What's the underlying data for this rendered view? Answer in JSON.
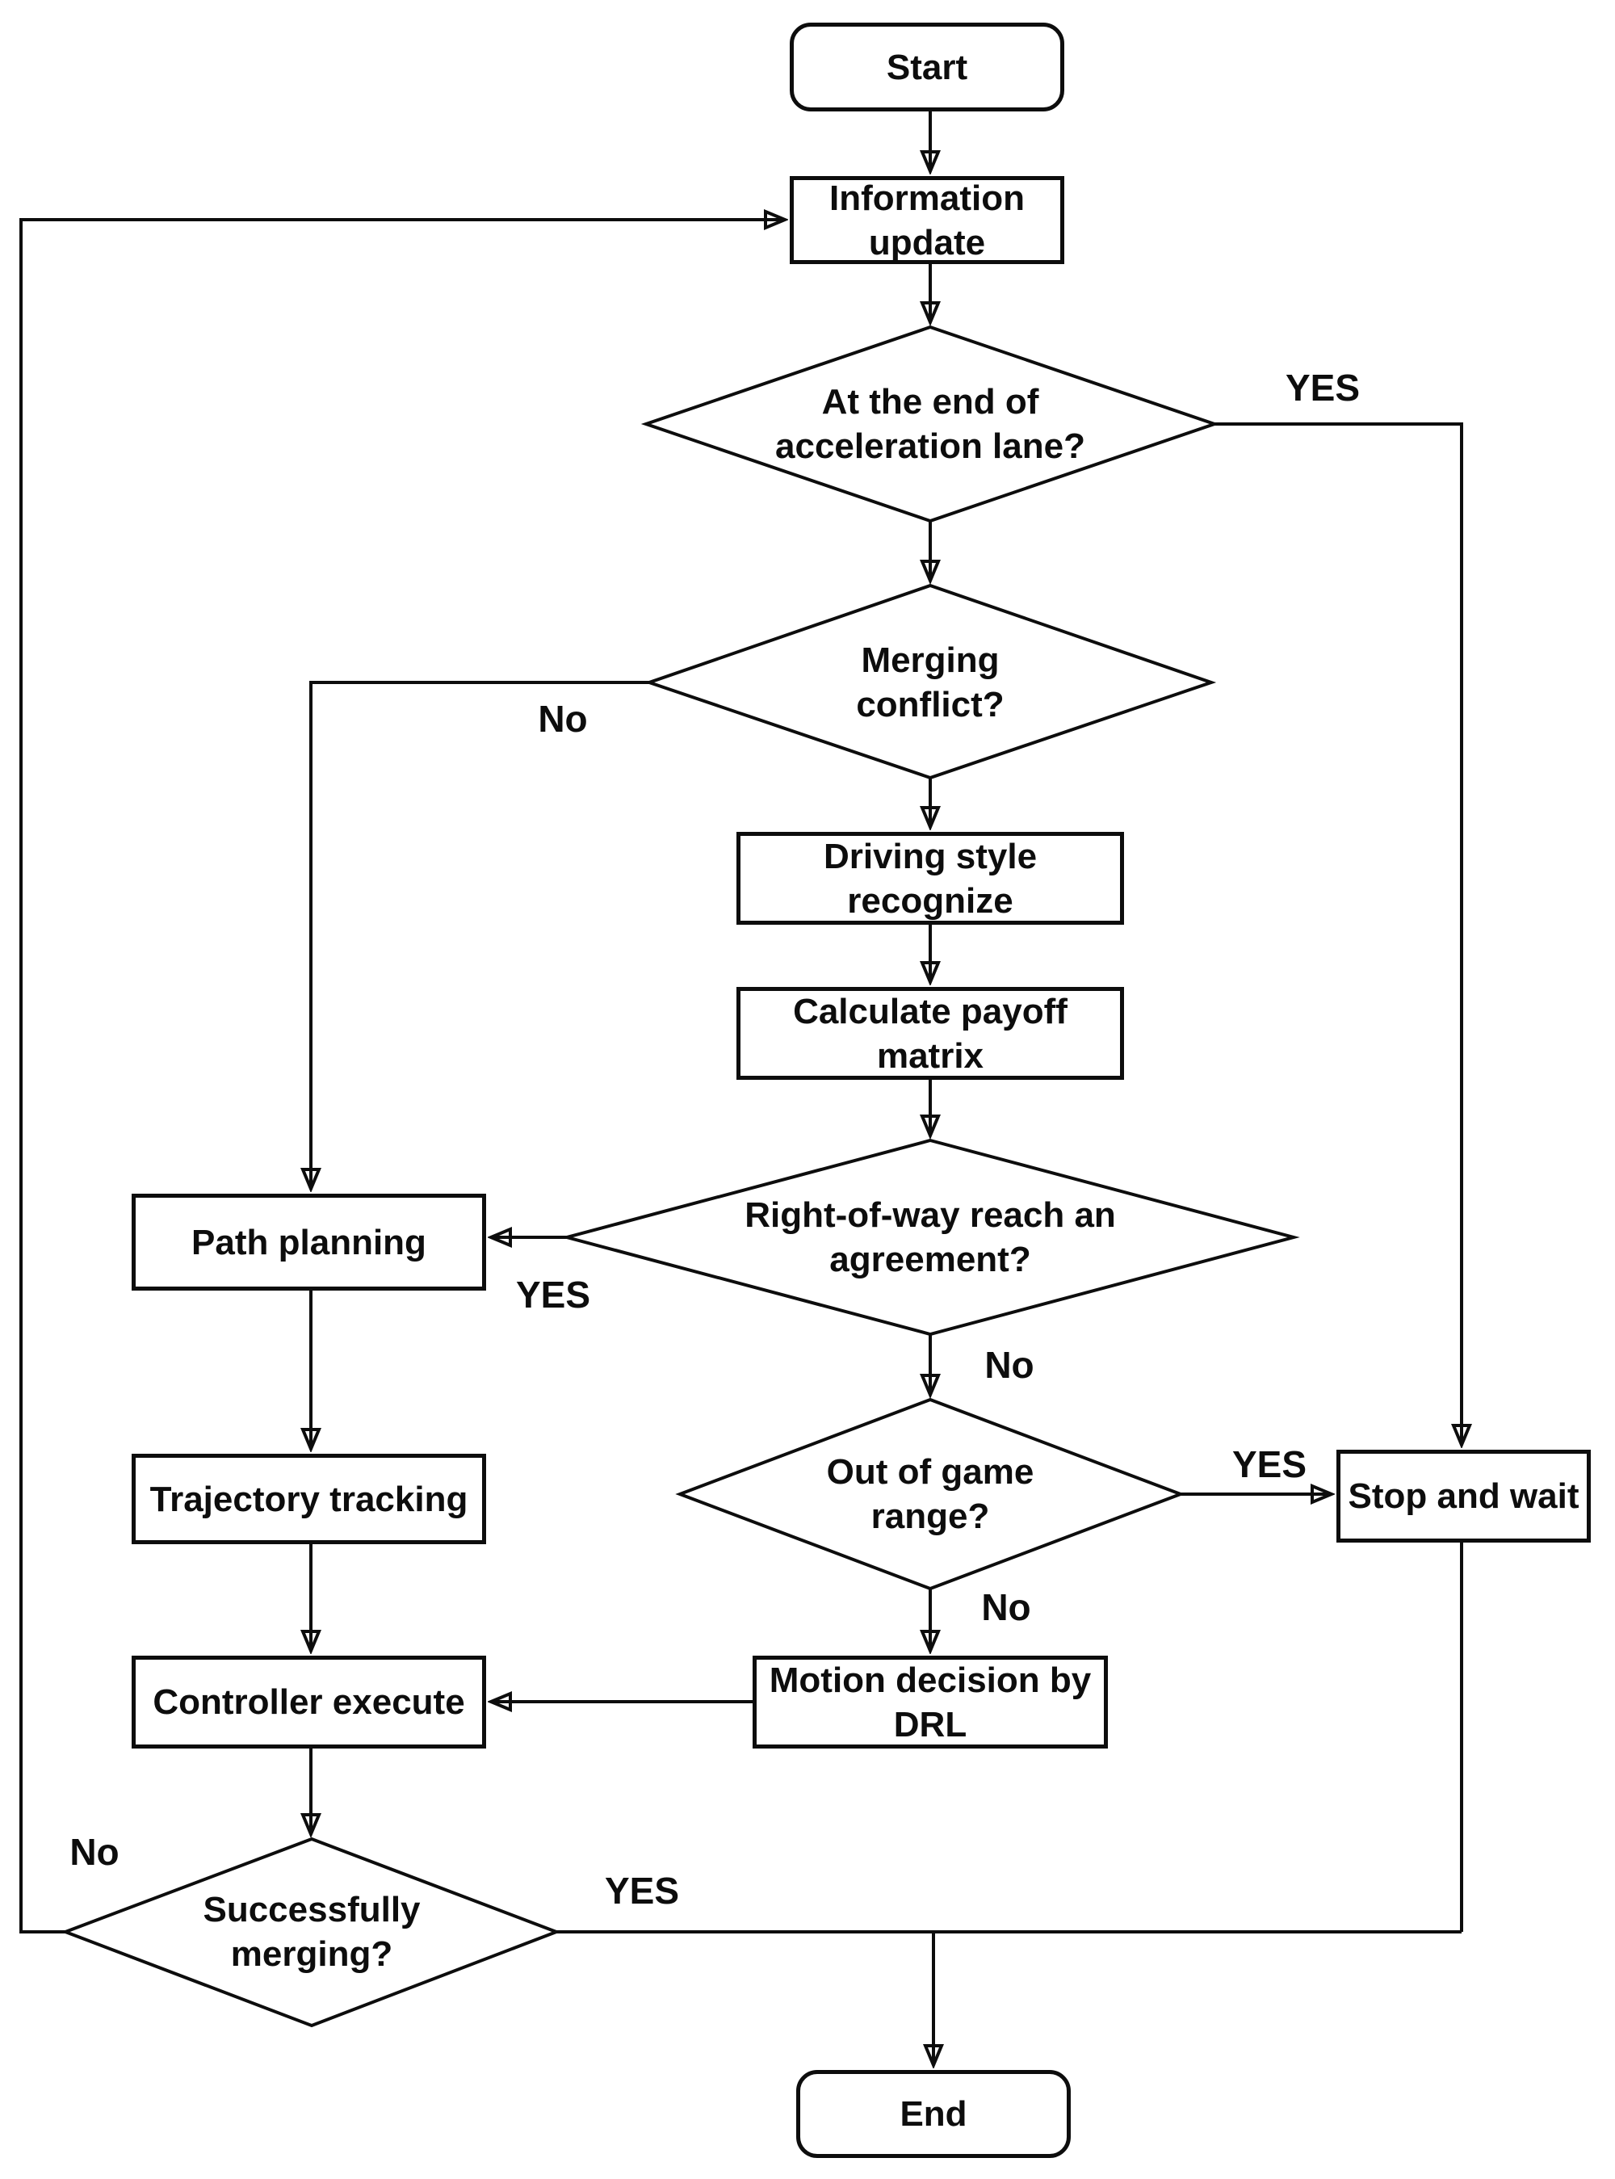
{
  "diagram": {
    "type": "flowchart",
    "background_color": "#ffffff",
    "stroke_color": "#0d0d0d",
    "text_color": "#0d0d0d",
    "nodes": {
      "start": {
        "label": "Start",
        "shape": "terminator"
      },
      "information_update": {
        "label": "Information update",
        "shape": "process"
      },
      "end_of_accel_lane": {
        "label": "At the end of acceleration lane?",
        "shape": "decision"
      },
      "merging_conflict": {
        "label": "Merging conflict?",
        "shape": "decision"
      },
      "driving_style": {
        "label": "Driving style recognize",
        "shape": "process"
      },
      "calculate_payoff": {
        "label": "Calculate payoff matrix",
        "shape": "process"
      },
      "right_of_way": {
        "label": "Right-of-way reach an agreement?",
        "shape": "decision"
      },
      "path_planning": {
        "label": "Path planning",
        "shape": "process"
      },
      "out_of_game_range": {
        "label": "Out of game range?",
        "shape": "decision"
      },
      "stop_and_wait": {
        "label": "Stop and wait",
        "shape": "process"
      },
      "trajectory_tracking": {
        "label": "Trajectory tracking",
        "shape": "process"
      },
      "motion_decision": {
        "label": "Motion decision by DRL",
        "shape": "process"
      },
      "controller_execute": {
        "label": "Controller execute",
        "shape": "process"
      },
      "successfully_merging": {
        "label": "Successfully merging?",
        "shape": "decision"
      },
      "end": {
        "label": "End",
        "shape": "terminator"
      }
    },
    "edge_labels": {
      "accel_yes": "YES",
      "merge_no": "No",
      "row_yes": "YES",
      "row_no": "No",
      "range_yes": "YES",
      "range_no": "No",
      "success_no": "No",
      "success_yes": "YES"
    }
  }
}
